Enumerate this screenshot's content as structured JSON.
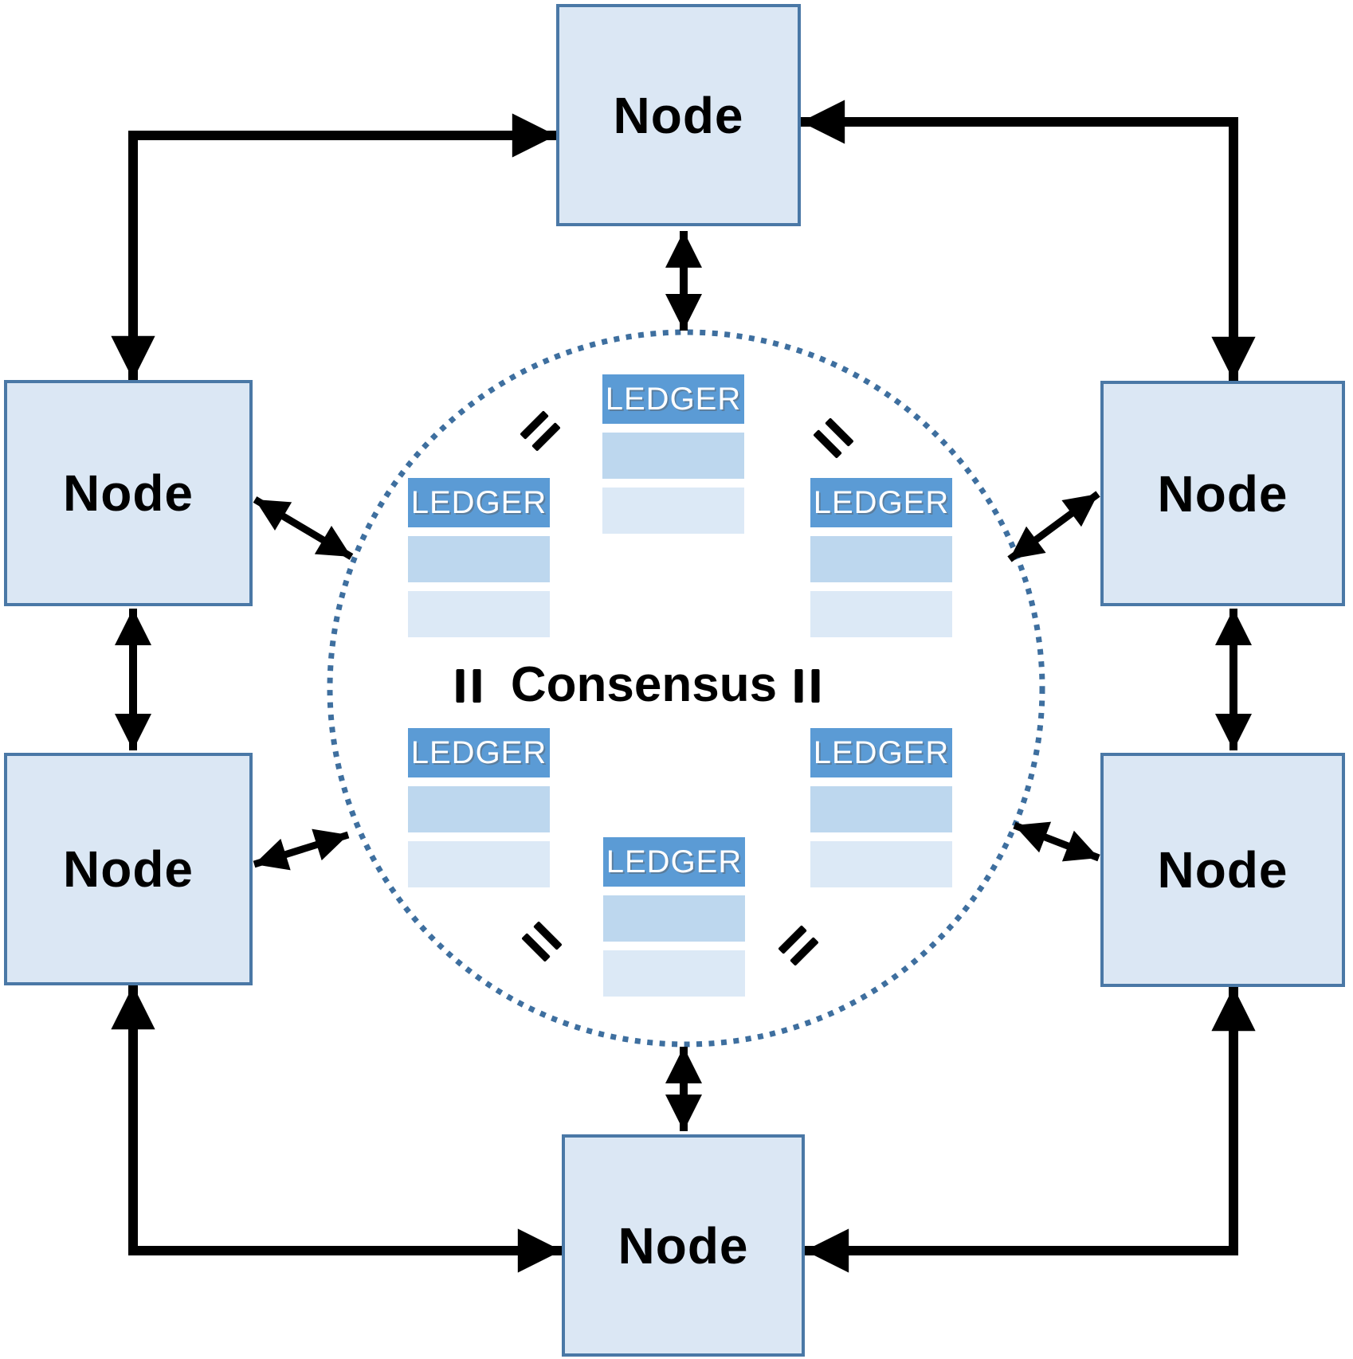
{
  "diagram": {
    "center_label": "Consensus",
    "nodes": [
      {
        "id": "top",
        "label": "Node"
      },
      {
        "id": "upper-left",
        "label": "Node"
      },
      {
        "id": "upper-right",
        "label": "Node"
      },
      {
        "id": "lower-left",
        "label": "Node"
      },
      {
        "id": "lower-right",
        "label": "Node"
      },
      {
        "id": "bottom",
        "label": "Node"
      }
    ],
    "ledgers": [
      {
        "id": "top",
        "label": "LEDGER",
        "blank_rows": 2
      },
      {
        "id": "left",
        "label": "LEDGER",
        "blank_rows": 2
      },
      {
        "id": "right",
        "label": "LEDGER",
        "blank_rows": 2
      },
      {
        "id": "bottom-left",
        "label": "LEDGER",
        "blank_rows": 2
      },
      {
        "id": "bottom-right",
        "label": "LEDGER",
        "blank_rows": 2
      },
      {
        "id": "bottom",
        "label": "LEDGER",
        "blank_rows": 2
      }
    ],
    "symbols": {
      "equals_icon": "=",
      "equals_count": 6,
      "connector_style": "double-headed-arrow"
    },
    "colors": {
      "node_fill": "#dbe7f4",
      "node_border": "#4a78a6",
      "ledger_header": "#5b9bd5",
      "ledger_row1": "#bdd7ee",
      "ledger_row2": "#dce9f6",
      "circle_dots": "#3e6f9f",
      "arrow": "#000000",
      "ledger_text": "#ffffff",
      "label_text": "#000000"
    }
  }
}
